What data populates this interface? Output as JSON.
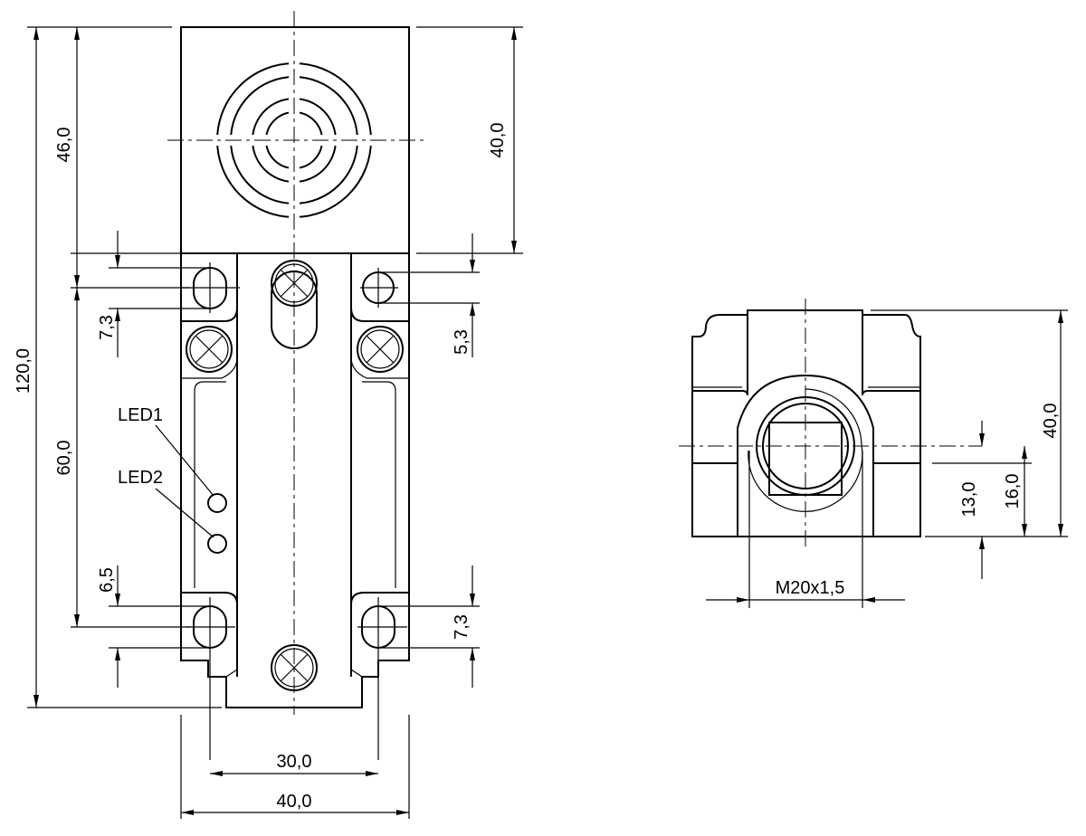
{
  "front_view": {
    "dim_total_height": "120,0",
    "dim_head_offset": "46,0",
    "dim_hole_spacing": "60,0",
    "dim_slot_top": "7,3",
    "dim_slot_bottom": "6,5",
    "dim_head_height": "40,0",
    "dim_hole_right_top": "5,3",
    "dim_hole_right_bottom": "7,3",
    "dim_hole_width": "30,0",
    "dim_total_width": "40,0",
    "led1": "LED1",
    "led2": "LED2"
  },
  "side_view": {
    "thread": "M20x1,5",
    "dim_height": "40,0",
    "dim_center_13": "13,0",
    "dim_center_16": "16,0"
  }
}
